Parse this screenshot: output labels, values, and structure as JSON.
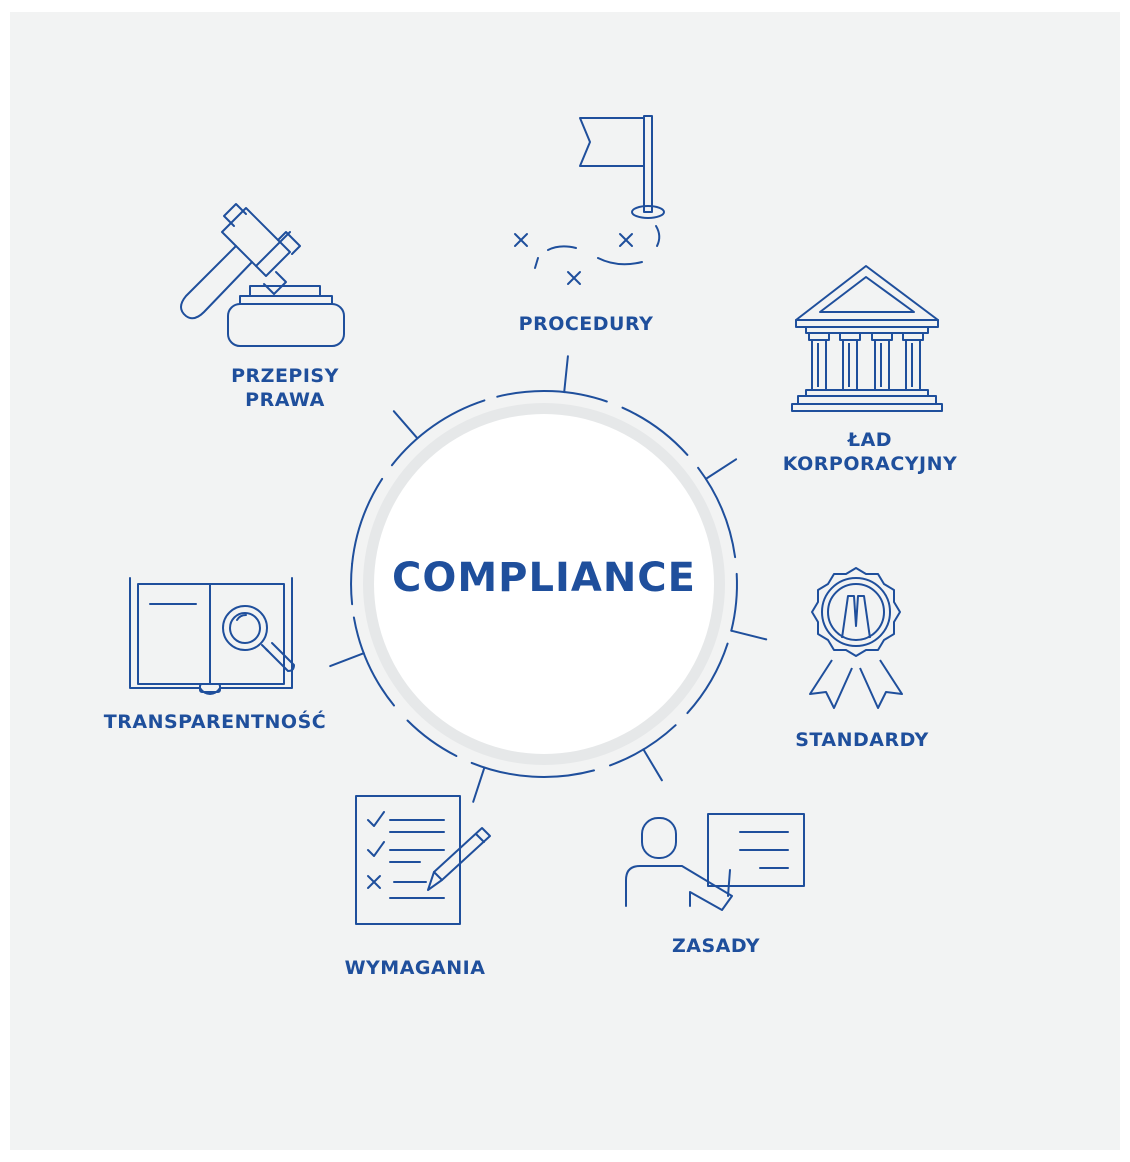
{
  "center": {
    "title": "COMPLIANCE"
  },
  "items": {
    "procedury": {
      "label": "PROCEDURY",
      "icon": "flag-map-icon"
    },
    "lad": {
      "label_line1": "ŁAD",
      "label_line2": "KORPORACYJNY",
      "icon": "building-columns-icon"
    },
    "standardy": {
      "label": "STANDARDY",
      "icon": "award-badge-icon"
    },
    "zasady": {
      "label": "ZASADY",
      "icon": "presenter-board-icon"
    },
    "wymagania": {
      "label": "WYMAGANIA",
      "icon": "checklist-pencil-icon"
    },
    "transparentnosc": {
      "label": "TRANSPARENTNOŚĆ",
      "icon": "book-magnifier-icon"
    },
    "przepisy": {
      "label_line1": "PRZEPISY",
      "label_line2": "PRAWA",
      "icon": "gavel-icon"
    }
  },
  "colors": {
    "accent": "#1f4f9c",
    "background": "#f2f3f3",
    "circle": "#ffffff",
    "halo": "#e6e8e9"
  }
}
